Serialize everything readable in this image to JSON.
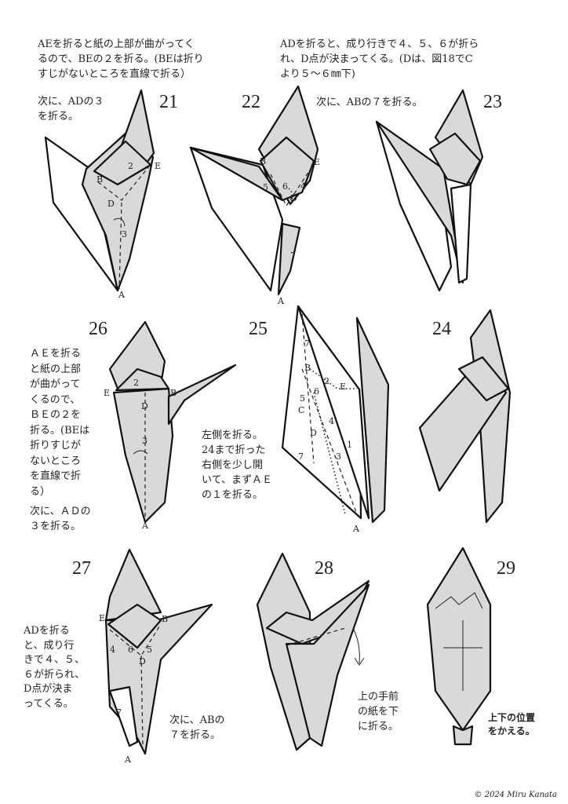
{
  "notes": {
    "top_left": "AEを折ると紙の上部が曲がってく\nるので、BEの２を折る。(BEは折り\nすじがないところを直線で折る）",
    "top_right": "ADを折ると、成り行きで４、５、６が折ら\nれ、D点が決まってくる。(Dは、図18でC\nより５〜６㎜下)",
    "step21": "次に、ADの３\nを折る。",
    "step22_23": "次に、ABの７を折る。",
    "step26": "ＡＥを折る\nと紙の上部\nが曲がって\nくるので、\nＢＥの２を\n折る。(BEは\n折りすじが\nないところ\nを直線で折\nる）",
    "step26_next": "次に、ＡＤの\n３を折る。",
    "step25": "左側を折る。\n24まで折った\n右側を少し開\nいて、まずＡＥ\nの１を折る。",
    "step27": "ADを折る\nと、成り行\nきで４、５、\n６が折られ、\nD点が決ま\nってくる。",
    "step27_next": "次に、ABの\n７を折る。",
    "step28": "上の手前\nの紙を下\nに折る。",
    "step29": "上下の位置\nをかえる。"
  },
  "steps": {
    "s21": "21",
    "s22": "22",
    "s23": "23",
    "s26": "26",
    "s25": "25",
    "s24": "24",
    "s27": "27",
    "s28": "28",
    "s29": "29"
  },
  "labels": {
    "A": "A",
    "B": "B",
    "C": "C",
    "D": "D",
    "E": "E",
    "n1": "1",
    "n2": "2",
    "n3": "3",
    "n4": "4",
    "n5": "5",
    "n6": "6",
    "n7": "7"
  },
  "copyright": "© 2024 Miru Kanata",
  "colors": {
    "paper": "#d9d9d9",
    "line": "#111111"
  }
}
